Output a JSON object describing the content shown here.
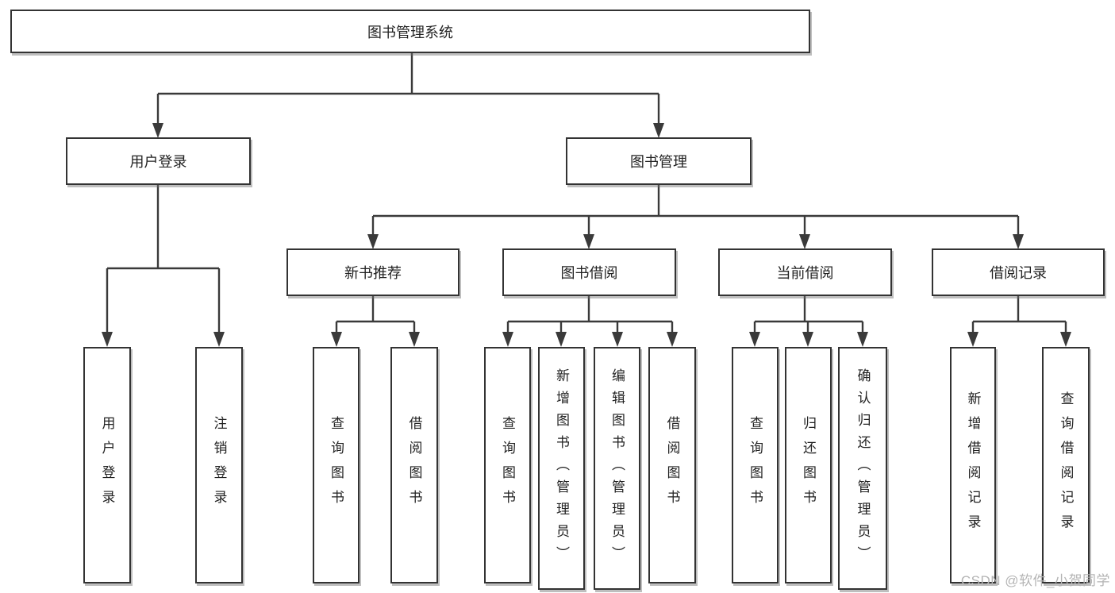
{
  "diagram": {
    "root": {
      "label": "图书管理系统"
    },
    "children": [
      {
        "label": "用户登录",
        "children": [
          {
            "label": "用户登录"
          },
          {
            "label": "注销登录"
          }
        ]
      },
      {
        "label": "图书管理",
        "children": [
          {
            "label": "新书推荐",
            "children": [
              {
                "label": "查询图书"
              },
              {
                "label": "借阅图书"
              }
            ]
          },
          {
            "label": "图书借阅",
            "children": [
              {
                "label": "查询图书"
              },
              {
                "label": "新增图书（管理员）"
              },
              {
                "label": "编辑图书（管理员）"
              },
              {
                "label": "借阅图书"
              }
            ]
          },
          {
            "label": "当前借阅",
            "children": [
              {
                "label": "查询图书"
              },
              {
                "label": "归还图书"
              },
              {
                "label": "确认归还（管理员）"
              }
            ]
          },
          {
            "label": "借阅记录",
            "children": [
              {
                "label": "新增借阅记录"
              },
              {
                "label": "查询借阅记录"
              }
            ]
          }
        ]
      }
    ]
  },
  "watermark": {
    "text": "CSDN @软件_小贺同学"
  },
  "colors": {
    "line": "#3a3a3a",
    "border": "#333333",
    "text": "#222222",
    "watermark": "#b4b4b4",
    "background": "#ffffff"
  }
}
